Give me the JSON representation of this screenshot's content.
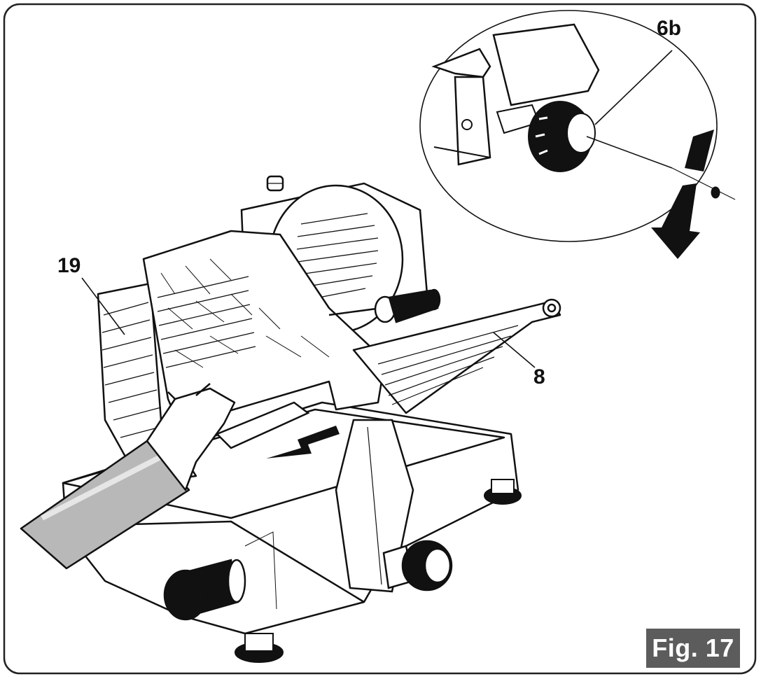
{
  "figure": {
    "badge": "Fig. 17"
  },
  "callouts": {
    "detail_knob": "6b",
    "blade_guard": "19",
    "carriage": "8"
  }
}
